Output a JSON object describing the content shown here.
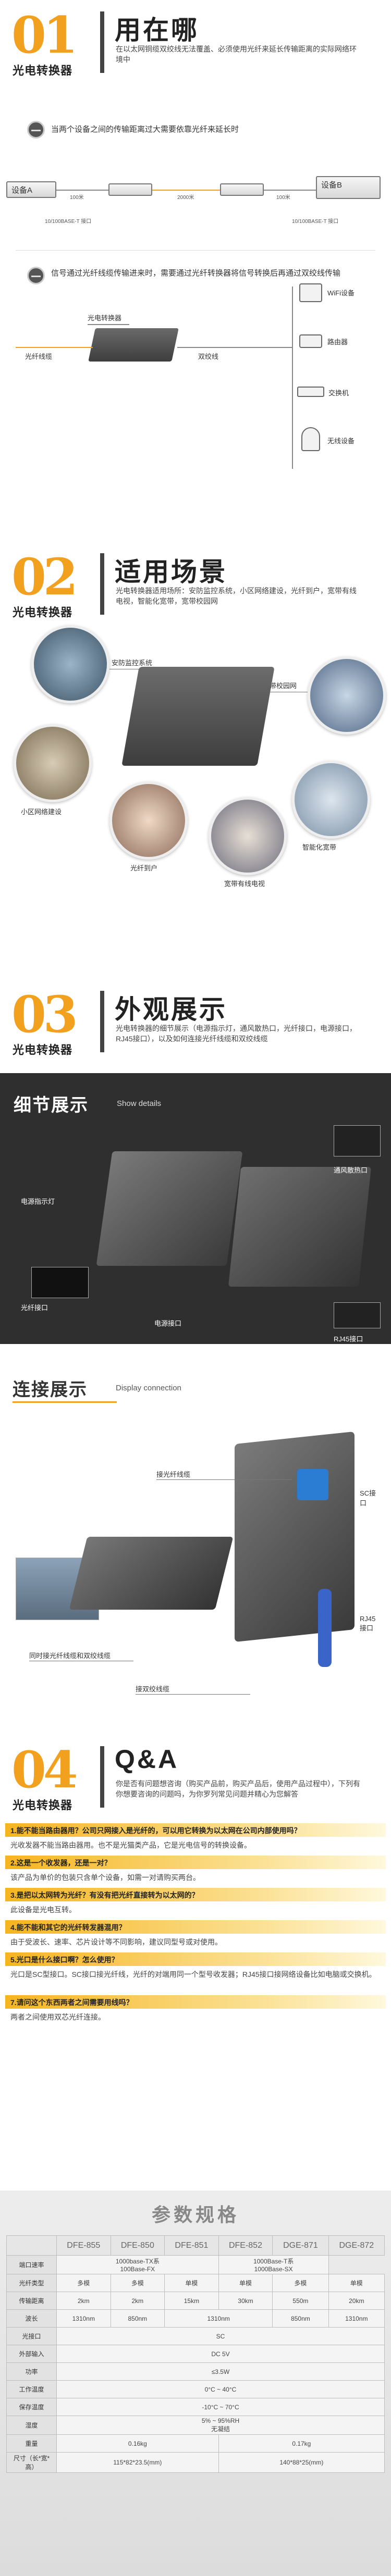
{
  "colors": {
    "accent": "#f2a11f",
    "dark_banner": "#2f2f2f",
    "qa_highlight": "#f6b51f"
  },
  "sec1": {
    "num": "01",
    "title": "用在哪",
    "subtitle": "光电转换器",
    "desc": "在以太网铜缆双绞线无法覆盖、必须使用光纤来延长传输距离的实际网络环境中",
    "note1": "当两个设备之间的传输距离过大需要依靠光纤来延长时",
    "devA": "设备A",
    "devB": "设备B",
    "dist_left": "100米",
    "dist_mid": "2000米",
    "dist_right": "100米",
    "port_left": "10/100BASE-T 接口",
    "port_right": "10/100BASE-T 接口",
    "note2": "信号通过光纤线缆传输进来时，需要通过光纤转换器将信号转换后再通过双绞线传输",
    "conv_label": "光电转换器",
    "fiber_label": "光纤线缆",
    "twisted_label": "双绞线",
    "dev_wifi": "WiFi设备",
    "dev_router": "路由器",
    "dev_switch": "交换机",
    "dev_ap": "无线设备"
  },
  "sec2": {
    "num": "02",
    "title": "适用场景",
    "subtitle": "光电转换器",
    "desc": "光电转换器适用场所：安防监控系统，小区网络建设，光纤到户，宽带有线电视，智能化宽带，宽带校园网",
    "labels": [
      "安防监控系统",
      "宽带校园网",
      "小区网络建设",
      "智能化宽带",
      "光纤到户",
      "宽带有线电视"
    ]
  },
  "sec3": {
    "num": "03",
    "title": "外观展示",
    "subtitle": "光电转换器",
    "desc": "光电转换器的细节展示（电源指示灯，通风散热口，光纤接口，电源接口，RJ45接口），以及如何连接光纤线缆和双绞线缆"
  },
  "detail": {
    "title": "细节展示",
    "en": "Show details",
    "labels": [
      "电源指示灯",
      "通风散热口",
      "光纤接口",
      "电源接口",
      "RJ45接口"
    ]
  },
  "conn": {
    "title": "连接展示",
    "en": "Display connection",
    "labels": [
      "接光纤线缆",
      "SC接口",
      "同时接光纤线缆和双绞线缆",
      "RJ45接口",
      "接双绞线缆"
    ]
  },
  "sec4": {
    "num": "04",
    "title": "Q&A",
    "subtitle": "光电转换器",
    "desc": "你是否有问题想咨询（购买产品前，购买产品后，使用产品过程中），下列有你想要咨询的问题吗，为你罗列常见问题并精心为您解答",
    "items": [
      {
        "q": "1.能不能当路由器用？公司只网接入是光纤的，可以用它转换为以太网在公司内部使用吗？",
        "a": "光收发器不能当路由器用。也不是光猫类产品，它是光电信号的转换设备。"
      },
      {
        "q": "2.这是一个收发器，还是一对？",
        "a": "该产品为单价的包装只含单个设备，如需一对请购买两台。"
      },
      {
        "q": "3.是把以太网转为光纤？有没有把光纤直接转为以太网的？",
        "a": "此设备是光电互转。"
      },
      {
        "q": "4.能不能和其它的光纤转发器混用？",
        "a": "由于受波长、速率、芯片设计等不同影响，建议同型号或对使用。"
      },
      {
        "q": "5.光口是什么接口啊？怎么使用？",
        "a": "光口是SC型接口。SC接口接光纤线，光纤的对端用同一个型号收发器；RJ45接口接网络设备比如电脑或交换机。"
      },
      {
        "q": "7.请问这个东西两者之间需要用线吗？",
        "a": "两者之间使用双芯光纤连接。"
      }
    ]
  },
  "spec": {
    "title": "参数规格",
    "headers": [
      "",
      "DFE-855",
      "DFE-850",
      "DFE-851",
      "DFE-852",
      "DGE-871",
      "DGE-872"
    ],
    "rows": [
      {
        "h": "端口速率",
        "cells": [
          "",
          "1000base-TX系\n100Base-FX",
          "",
          "",
          "1000Base-T系\n1000Base-SX",
          ""
        ]
      },
      {
        "h": "光纤类型",
        "cells": [
          "多模",
          "多模",
          "单模",
          "单模",
          "多模",
          "单模"
        ]
      },
      {
        "h": "传输距离",
        "cells": [
          "2km",
          "2km",
          "15km",
          "30km",
          "550m",
          "20km"
        ]
      },
      {
        "h": "波长",
        "cells": [
          "1310nm",
          "850nm",
          "1310nm",
          "",
          "850nm",
          "1310nm"
        ]
      },
      {
        "h": "光接口",
        "cells": [
          "SC",
          "",
          "",
          "",
          "",
          ""
        ]
      },
      {
        "h": "外部输入",
        "cells": [
          "DC 5V",
          "",
          "",
          "",
          "",
          ""
        ]
      },
      {
        "h": "功率",
        "cells": [
          "≤3.5W",
          "",
          "",
          "",
          "",
          ""
        ]
      },
      {
        "h": "工作温度",
        "cells": [
          "0°C ~ 40°C",
          "",
          "",
          "",
          "",
          ""
        ]
      },
      {
        "h": "保存温度",
        "cells": [
          "-10°C ~ 70°C",
          "",
          "",
          "",
          "",
          ""
        ]
      },
      {
        "h": "湿度",
        "cells": [
          "5% ~ 95%RH\n无凝结",
          "",
          "",
          "",
          "",
          ""
        ]
      },
      {
        "h": "重量",
        "cells": [
          "0.16kg",
          "",
          "",
          "0.17kg",
          "",
          ""
        ]
      },
      {
        "h": "尺寸（长*宽*高）",
        "cells": [
          "115*82*23.5(mm)",
          "",
          "",
          "140*88*25(mm)",
          "",
          ""
        ]
      }
    ]
  }
}
